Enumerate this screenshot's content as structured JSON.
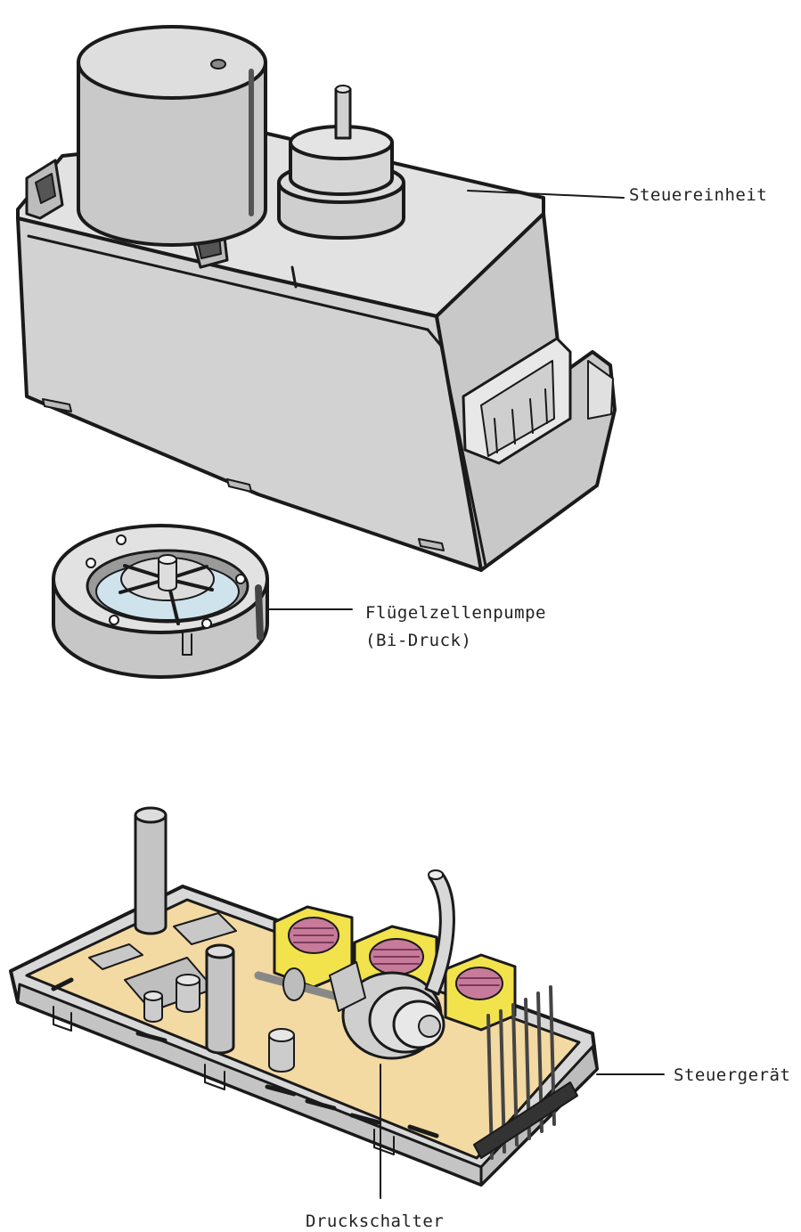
{
  "labels": {
    "steuereinheit": "Steuereinheit",
    "fluegelzellenpumpe": "Flügelzellenpumpe",
    "bi_druck": "(Bi-Druck)",
    "steuergeraet": "Steuergerät",
    "druckschalter": "Druckschalter"
  },
  "colors": {
    "housing": "#d4d4d4",
    "housing_light": "#e4e4e4",
    "outline": "#1a1a1a",
    "pcb": "#f3d9a2",
    "coil_frame": "#f2e24c",
    "coil_wire": "#c87a9a",
    "pump_window": "#cfe3ec"
  }
}
